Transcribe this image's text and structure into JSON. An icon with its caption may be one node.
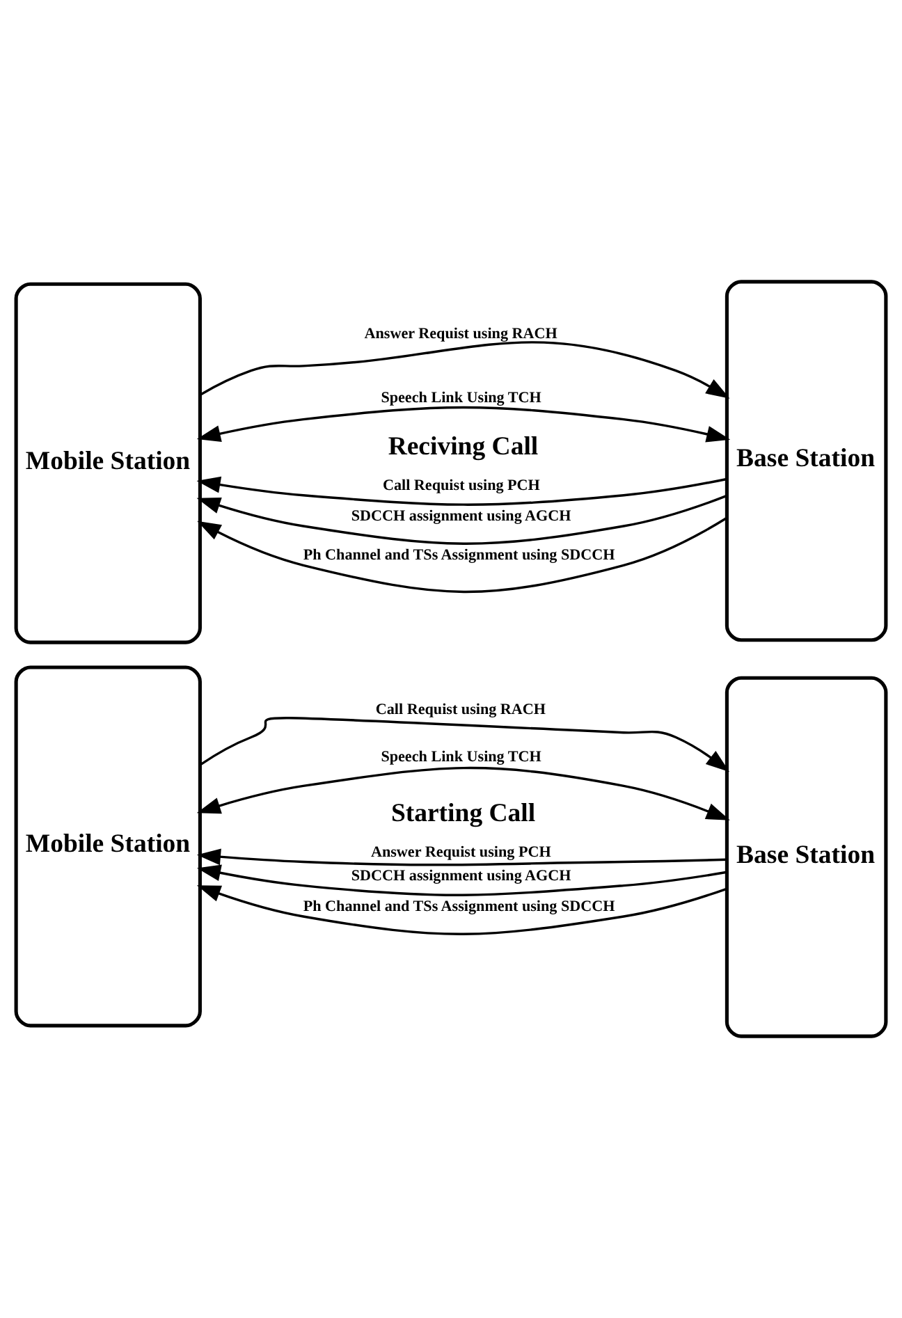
{
  "diagram": {
    "nodes": [
      {
        "text": [
          "Mobile Station"
        ]
      },
      {
        "text": [
          "Base Station"
        ]
      },
      {
        "text": [
          "Mobile Station"
        ]
      },
      {
        "text": [
          "Base Station"
        ]
      }
    ],
    "edges": [
      {
        "from": 0,
        "to": 1,
        "arrow": "to",
        "label": "Call Requist using RACH"
      },
      {
        "from": 1,
        "to": 0,
        "arrow": "to",
        "label": "Answer Requist using PCH"
      },
      {
        "from": 1,
        "to": 0,
        "arrow": "to",
        "label": "SDCCH assignment using AGCH"
      },
      {
        "from": 1,
        "to": 0,
        "arrow": "to",
        "label": "Ph Channel and TSs Assignment using SDCCH"
      },
      {
        "from": 0,
        "to": 1,
        "arrow": "both",
        "label": "Speech Link Using TCH"
      },
      {
        "from": 3,
        "to": 2,
        "arrow": "to",
        "label": "Call Requist using PCH"
      },
      {
        "from": 2,
        "to": 3,
        "arrow": "to",
        "label": "Answer Requist using RACH"
      },
      {
        "from": 3,
        "to": 2,
        "arrow": "to",
        "label": "SDCCH assignment using AGCH"
      },
      {
        "from": 3,
        "to": 2,
        "arrow": "to",
        "label": "Ph Channel and TSs Assignment using SDCCH"
      },
      {
        "from": 2,
        "to": 3,
        "arrow": "both",
        "label": "Speech Link Using TCH"
      }
    ],
    "labels": [
      "Starting Call",
      "Reciving Call"
    ]
  }
}
